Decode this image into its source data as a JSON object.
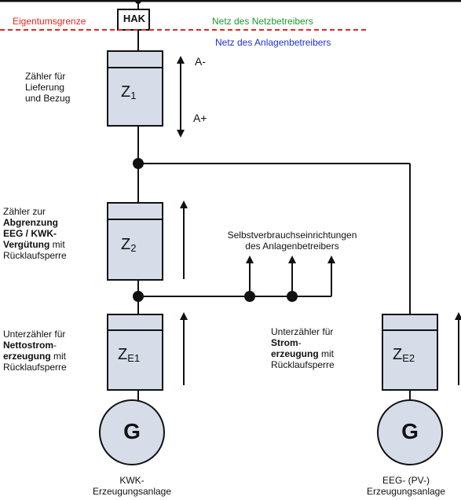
{
  "top": {
    "hak": "HAK",
    "eigentumsgrenze": "Eigentumsgrenze",
    "netz_netzbetreiber": "Netz des Netzbetreibers",
    "netz_anlagenbetreiber": "Netz des Anlagenbetreibers"
  },
  "meters": {
    "z1": {
      "base": "Z",
      "sub": "1",
      "desc": [
        "Zähler für",
        "Lieferung",
        "und Bezug"
      ],
      "arrow_up": "A-",
      "arrow_down": "A+"
    },
    "z2": {
      "base": "Z",
      "sub": "2",
      "desc_1": "Zähler zur",
      "desc_2": "Abgrenzung",
      "desc_3": "EEG / KWK-",
      "desc_4a": "Vergütung",
      "desc_4b": " mit",
      "desc_5": "Rücklaufsperre"
    },
    "ze1": {
      "base": "Z",
      "sub": "E1",
      "desc_1": "Unterzähler für",
      "desc_2": "Nettostrom",
      "desc_2b": "-",
      "desc_3a": "erzeugung",
      "desc_3b": " mit",
      "desc_4": "Rücklaufsperre"
    },
    "ze2": {
      "base": "Z",
      "sub": "E2",
      "desc_1": "Unterzähler  für",
      "desc_2": "Strom",
      "desc_2b": "-",
      "desc_3a": "erzeugung",
      "desc_3b": " mit",
      "desc_4": "Rücklaufsperre"
    }
  },
  "self_consumption": [
    "Selbstverbrauchseinrichtungen",
    "des Anlagenbetreibers"
  ],
  "generators": {
    "g1": {
      "symbol": "G",
      "label": [
        "KWK-",
        "Erzeugungsanlage"
      ]
    },
    "g2": {
      "symbol": "G",
      "label": [
        "EEG- (PV-)",
        "Erzeugungsanlage"
      ]
    }
  },
  "colors": {
    "boundary_red": "#e8261f",
    "grid_green": "#1c9a2b",
    "plant_blue": "#1f2fd6",
    "meter_fill": "#d6dde8",
    "generator_fill": "#d6dde8"
  }
}
